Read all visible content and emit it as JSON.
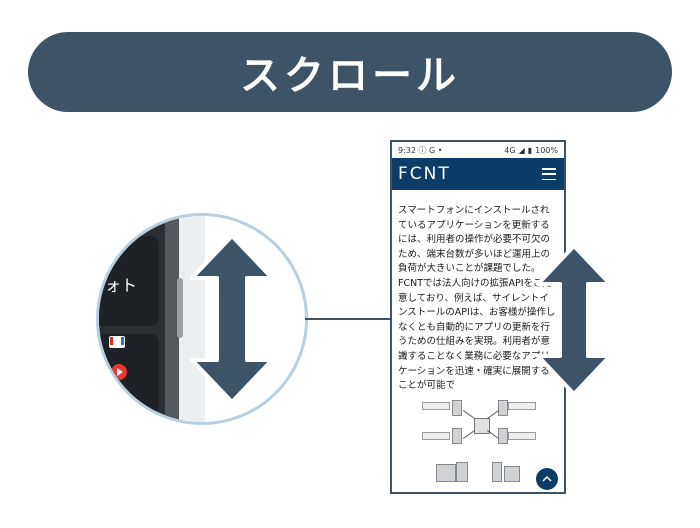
{
  "banner": {
    "title": "スクロール"
  },
  "zoom": {
    "label_fragment": "ォト"
  },
  "phone": {
    "status_time": "9:32",
    "status_icons_left": "ⓘ G •",
    "status_network": "4G",
    "status_battery": "100%",
    "logo": "FCNT",
    "body_text": "スマートフォンにインストールされているアプリケーションを更新するには、利用者の操作が必要不可欠のため、端末台数が多いほど運用上の負荷が大きいことが課題でした。FCNTでは法人向けの拡張APIをご用意しており、例えば、サイレントインストールのAPIは、お客様が操作しなくとも自動的にアプリの更新を行うための仕組みを実現。利用者が意識することなく業務に必要なアプリケーションを迅速・確実に展開することが可能で"
  },
  "colors": {
    "banner": "#3d5468",
    "appbar": "#0d3d66",
    "arrow": "#3d5468",
    "zoom_ring": "#b7cfe0"
  },
  "icons": [
    "vertical-double-arrow-icon",
    "menu-icon",
    "scroll-top-icon",
    "gmail-icon",
    "youtube-icon"
  ]
}
